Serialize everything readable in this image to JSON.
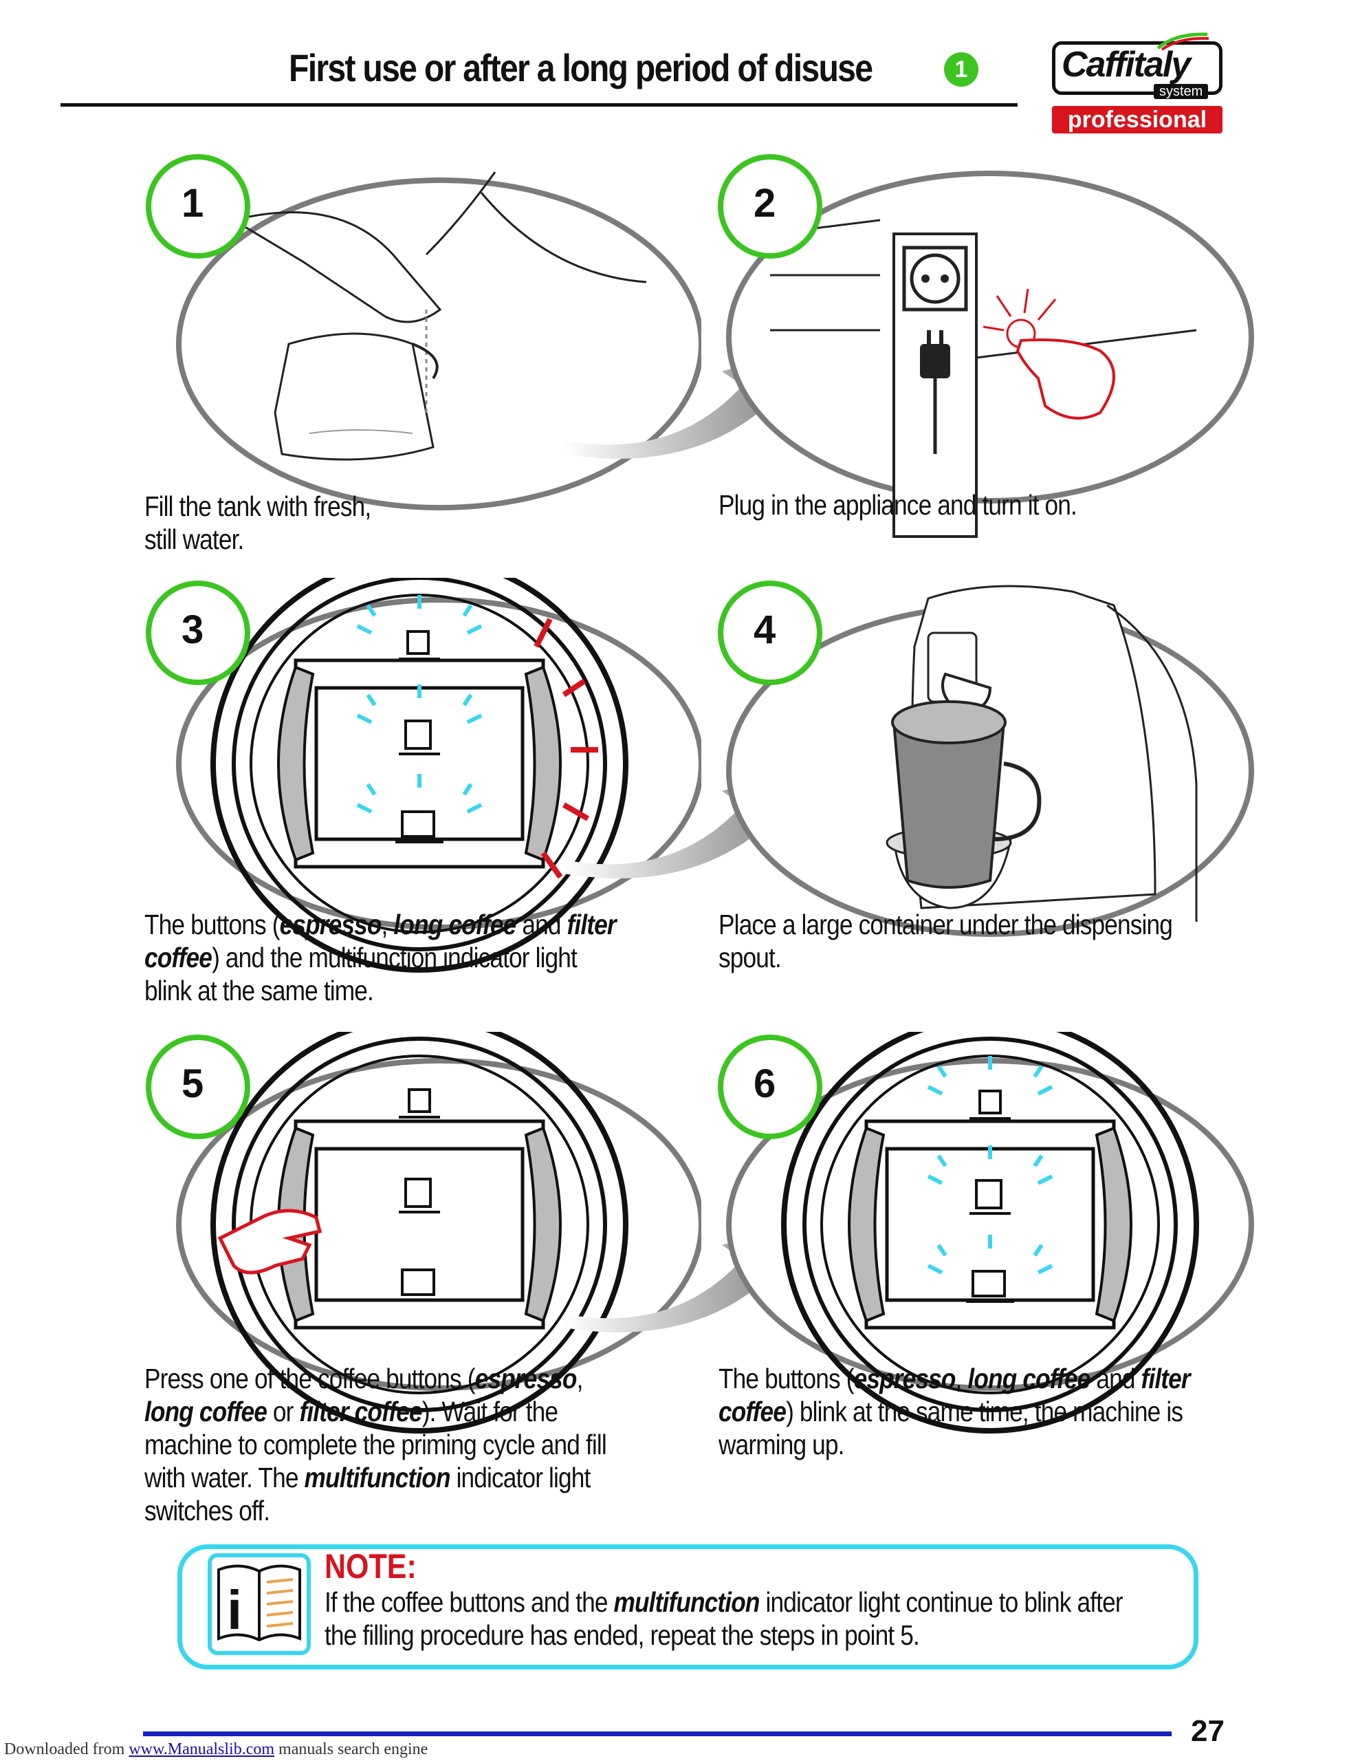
{
  "header": {
    "title": "First use or after a long period of disuse",
    "badge": "1",
    "logo": {
      "brand": "Caffitaly",
      "system": "system",
      "tier": "professional"
    }
  },
  "steps": [
    {
      "number": "1",
      "caption_html": "Fill the tank with fresh,<br>still water."
    },
    {
      "number": "2",
      "caption_html": "Plug in the appliance and turn it on."
    },
    {
      "number": "3",
      "caption_html": "The buttons (<b>espresso</b>, <b>long coffee</b> and <b>filter coffee</b>) and the multifunction indicator light blink at the same time."
    },
    {
      "number": "4",
      "caption_html": "Place a large container under the dispensing spout."
    },
    {
      "number": "5",
      "caption_html": "Press one of the coffee buttons (<b>espresso</b>, <b>long coffee</b> or <b>filter coffee</b>). Wait for the machine to complete the priming cycle and fill with water. The <b>multifunction</b> indicator light switches off."
    },
    {
      "number": "6",
      "caption_html": "The buttons (<b>espresso</b>, <b>long coffee</b> and <b>filter coffee</b>) blink at the same time; the machine is warming up."
    }
  ],
  "note": {
    "title": "NOTE:",
    "text_html": "If the coffee buttons and the <b><i>multifunction</i></b> indicator light continue to blink after the filling procedure has ended, repeat the steps in point 5.",
    "icon": "i"
  },
  "footer": {
    "page": "27",
    "download_prefix": "Downloaded from ",
    "download_link": "www.Manualslib.com",
    "download_suffix": " manuals search engine"
  },
  "colors": {
    "accent_green": "#3cc421",
    "cyan": "#39d6ef",
    "red": "#d8141d",
    "blue_rule": "#1a1fbf"
  }
}
